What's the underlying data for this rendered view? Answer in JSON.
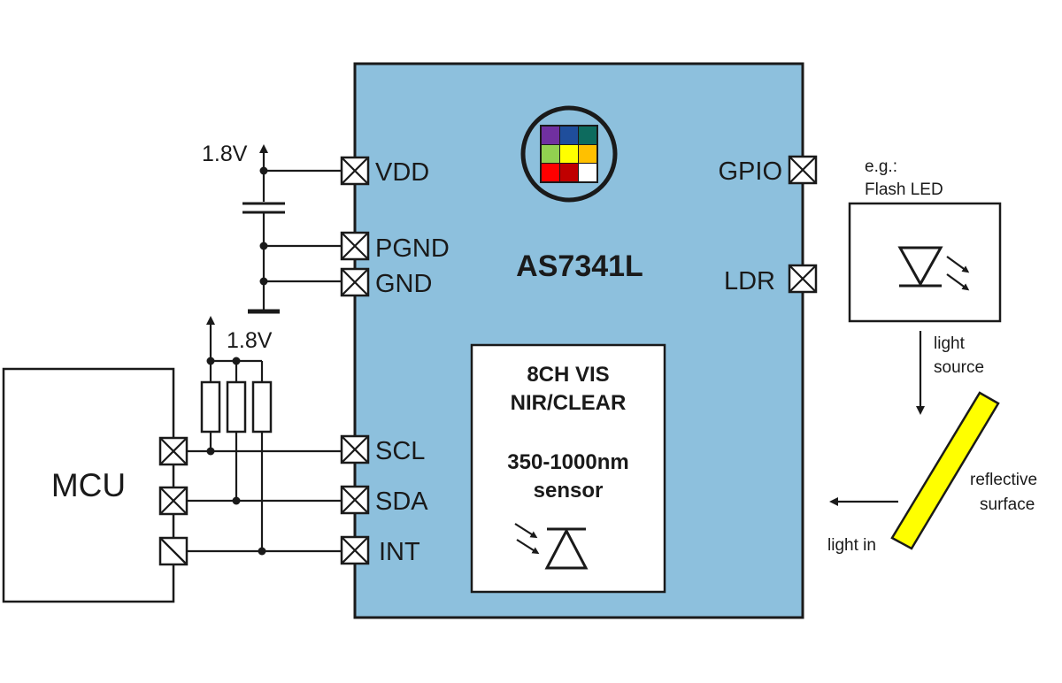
{
  "chip": {
    "name": "AS7341L",
    "fill_color": "#8dc0dd",
    "pins_left": {
      "vdd": "VDD",
      "pgnd": "PGND",
      "gnd": "GND",
      "scl": "SCL",
      "sda": "SDA",
      "int": "INT"
    },
    "pins_right": {
      "gpio": "GPIO",
      "ldr": "LDR"
    },
    "sensor_block": {
      "line1": "8CH VIS",
      "line2": "NIR/CLEAR",
      "line3": "350-1000nm",
      "line4": "sensor"
    },
    "filter_colors": [
      "#7030a0",
      "#1f4e9c",
      "#0d6b5e",
      "#92d050",
      "#ffff00",
      "#ffc000",
      "#ff0000",
      "#c00000",
      "#ffffff"
    ]
  },
  "mcu": {
    "label": "MCU"
  },
  "supply": {
    "vdd_voltage": "1.8V",
    "pullup_voltage": "1.8V"
  },
  "flash": {
    "eg": "e.g.:",
    "label": "Flash LED"
  },
  "optics": {
    "light_source_1": "light",
    "light_source_2": "source",
    "reflective_1": "reflective",
    "reflective_2": "surface",
    "light_in": "light in",
    "reflector_color": "#ffff00"
  }
}
